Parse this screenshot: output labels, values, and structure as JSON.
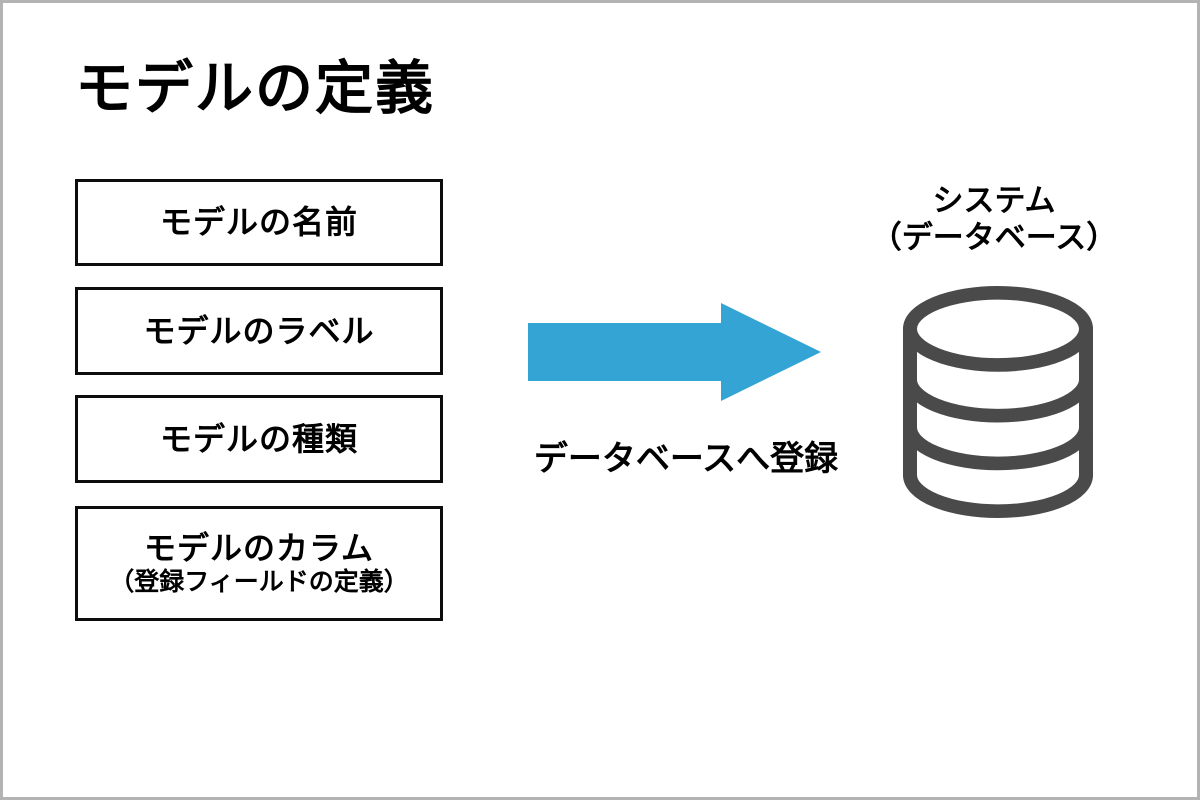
{
  "page": {
    "title": "モデルの定義",
    "background_color": "#ffffff",
    "frame_color": "#b3b3b3"
  },
  "model_boxes": {
    "name": {
      "label": "モデルの名前"
    },
    "label": {
      "label": "モデルのラベル"
    },
    "type": {
      "label": "モデルの種類"
    },
    "columns": {
      "label": "モデルのカラム",
      "sublabel": "（登録フィールドの定義）"
    }
  },
  "arrow": {
    "label": "データベースへ登録",
    "color": "#34a4d4",
    "direction": "right"
  },
  "target": {
    "label_line1": "システム",
    "label_line2": "（データベース）",
    "icon": "database-icon",
    "icon_color": "#4a4a4a"
  }
}
